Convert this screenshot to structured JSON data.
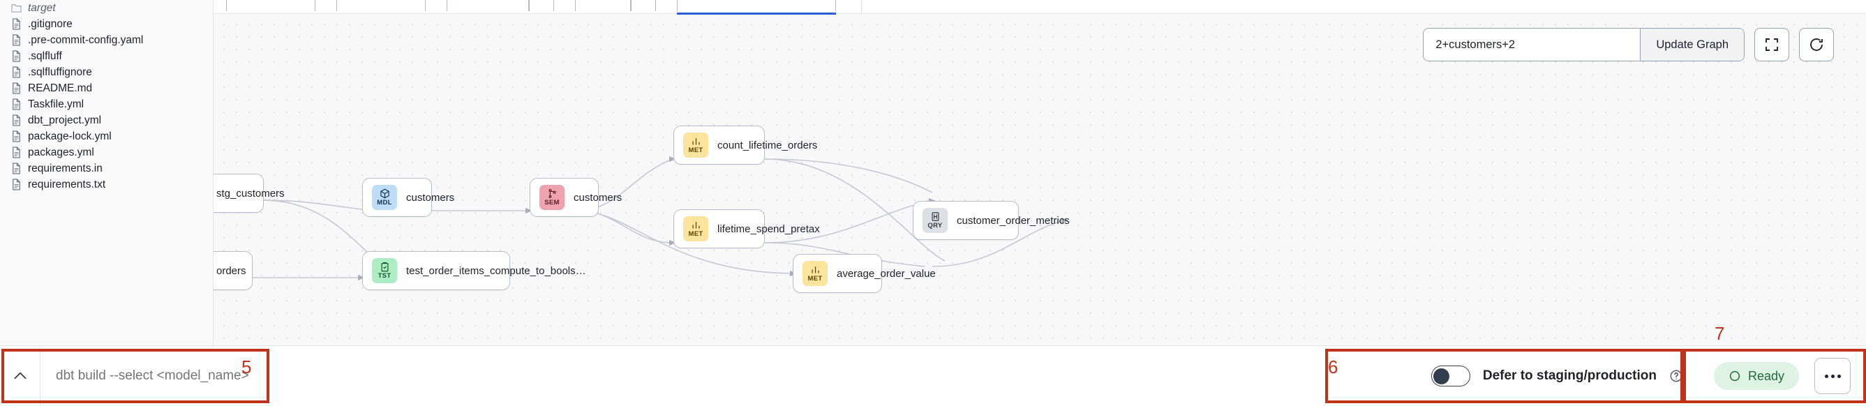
{
  "explorer": {
    "files": [
      {
        "name": "target",
        "icon": "folder-icon",
        "italic": true
      },
      {
        "name": ".gitignore",
        "icon": "file-icon",
        "italic": false
      },
      {
        "name": ".pre-commit-config.yaml",
        "icon": "file-icon",
        "italic": false
      },
      {
        "name": ".sqlfluff",
        "icon": "file-icon",
        "italic": false
      },
      {
        "name": ".sqlfluffignore",
        "icon": "file-icon",
        "italic": false
      },
      {
        "name": "README.md",
        "icon": "file-icon",
        "italic": false
      },
      {
        "name": "Taskfile.yml",
        "icon": "file-icon",
        "italic": false
      },
      {
        "name": "dbt_project.yml",
        "icon": "file-icon",
        "italic": false
      },
      {
        "name": "package-lock.yml",
        "icon": "file-icon",
        "italic": false
      },
      {
        "name": "packages.yml",
        "icon": "file-icon",
        "italic": false
      },
      {
        "name": "requirements.in",
        "icon": "file-icon",
        "italic": false
      },
      {
        "name": "requirements.txt",
        "icon": "file-icon",
        "italic": false
      }
    ]
  },
  "graph_toolbar": {
    "search_value": "2+customers+2",
    "search_placeholder": "",
    "update_label": "Update Graph",
    "fullscreen_icon": "expand-icon",
    "refresh_icon": "refresh-icon"
  },
  "graph": {
    "nodes": [
      {
        "id": "stg_customers",
        "label": "stg_customers",
        "kind": "",
        "kind_icon": "",
        "partial": true
      },
      {
        "id": "stg_orders",
        "label": "orders",
        "kind": "",
        "kind_icon": "",
        "partial": true
      },
      {
        "id": "mdl_customers",
        "label": "customers",
        "kind": "MDL",
        "kind_icon": "cube-icon",
        "partial": false
      },
      {
        "id": "tst_order_items",
        "label": "test_order_items_compute_to_bools…",
        "kind": "TST",
        "kind_icon": "clipboard-check-icon",
        "partial": false
      },
      {
        "id": "sem_customers",
        "label": "customers",
        "kind": "SEM",
        "kind_icon": "semantic-icon",
        "partial": false
      },
      {
        "id": "met_count_lifetime_orders",
        "label": "count_lifetime_orders",
        "kind": "MET",
        "kind_icon": "bar-chart-icon",
        "partial": false
      },
      {
        "id": "met_lifetime_spend_pretax",
        "label": "lifetime_spend_pretax",
        "kind": "MET",
        "kind_icon": "bar-chart-icon",
        "partial": false
      },
      {
        "id": "met_average_order_value",
        "label": "average_order_value",
        "kind": "MET",
        "kind_icon": "bar-chart-icon",
        "partial": false
      },
      {
        "id": "qry_customer_order_metrics",
        "label": "customer_order_metrics",
        "kind": "QRY",
        "kind_icon": "query-icon",
        "partial": false
      }
    ],
    "badge_colors": {
      "MDL": {
        "bg": "#bcdcf7",
        "fg": "#16324f"
      },
      "SEM": {
        "bg": "#efa3ac",
        "fg": "#571c24"
      },
      "MET": {
        "bg": "#fbe49b",
        "fg": "#5b4505"
      },
      "TST": {
        "bg": "#aeecc3",
        "fg": "#17512f"
      },
      "QRY": {
        "bg": "#dcdfe3",
        "fg": "#33383f"
      }
    }
  },
  "bottom_bar": {
    "chevron_icon": "chevron-up-icon",
    "command_placeholder": "dbt build --select <model_name>",
    "command_value": "",
    "defer_label": "Defer to staging/production",
    "defer_on": false,
    "help_icon": "question-circle-icon",
    "status_label": "Ready",
    "status_icon": "circle-icon",
    "more_icon": "ellipsis-icon"
  },
  "annotations": [
    {
      "number": "5"
    },
    {
      "number": "6"
    },
    {
      "number": "7"
    }
  ],
  "colors": {
    "annotation_red": "#c1341b",
    "status_green_bg": "#dff3e4",
    "status_green_fg": "#1f6b3c",
    "tab_accent": "#2a5fd6"
  }
}
